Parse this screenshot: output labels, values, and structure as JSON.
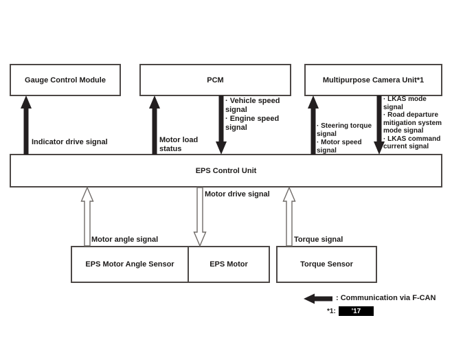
{
  "diagram": {
    "boxes": {
      "gauge_control_module": "Gauge Control Module",
      "pcm": "PCM",
      "multipurpose_camera_unit": "Multipurpose Camera Unit*1",
      "eps_control_unit": "EPS Control Unit",
      "eps_motor_angle_sensor": "EPS Motor Angle Sensor",
      "eps_motor": "EPS Motor",
      "torque_sensor": "Torque Sensor"
    },
    "labels": {
      "indicator_drive": "Indicator drive signal",
      "motor_load": "Motor load\nstatus",
      "vehicle_engine_speed": "· Vehicle speed\nsignal\n· Engine speed\nsignal",
      "steering_torque_motor_speed": "· Steering torque\nsignal\n· Motor speed\nsignal",
      "lkas_signals": "· LKAS mode\nsignal\n· Road departure\nmitigation system\nmode signal\n· LKAS command\ncurrent signal",
      "motor_drive": "Motor drive signal",
      "motor_angle": "Motor angle signal",
      "torque": "Torque signal"
    },
    "legend": {
      "fcan": ": Communication via F-CAN",
      "note_key": "*1:",
      "note_value": "'17"
    },
    "colors": {
      "border": "#4c4745",
      "arrow_black": "#231f20",
      "arrow_outline": "#6f6a67",
      "note_bg": "#000000",
      "note_text": "#ffffff"
    }
  }
}
